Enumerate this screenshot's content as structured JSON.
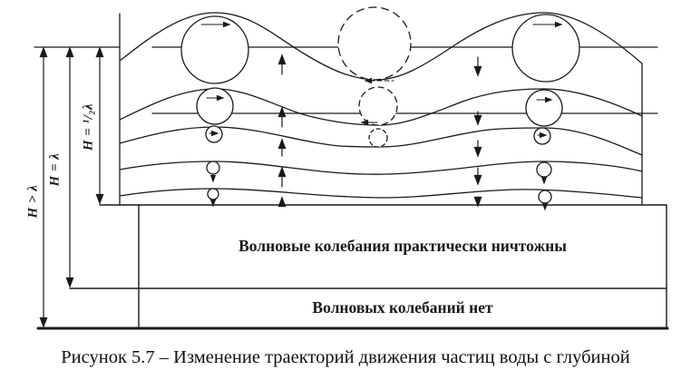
{
  "figure": {
    "caption": "Рисунок 5.7 – Изменение траекторий движения частиц воды с глубиной"
  },
  "labels": {
    "depth_gt_lambda": "H > λ",
    "depth_eq_lambda": "H = λ",
    "depth_half_lambda": "H = ¹/₂λ"
  },
  "zones": {
    "negligible": "Волновые колебания практически ничтожны",
    "none": "Волновых колебаний нет"
  },
  "colors": {
    "ink": "#1a1a1a",
    "background": "#ffffff"
  }
}
